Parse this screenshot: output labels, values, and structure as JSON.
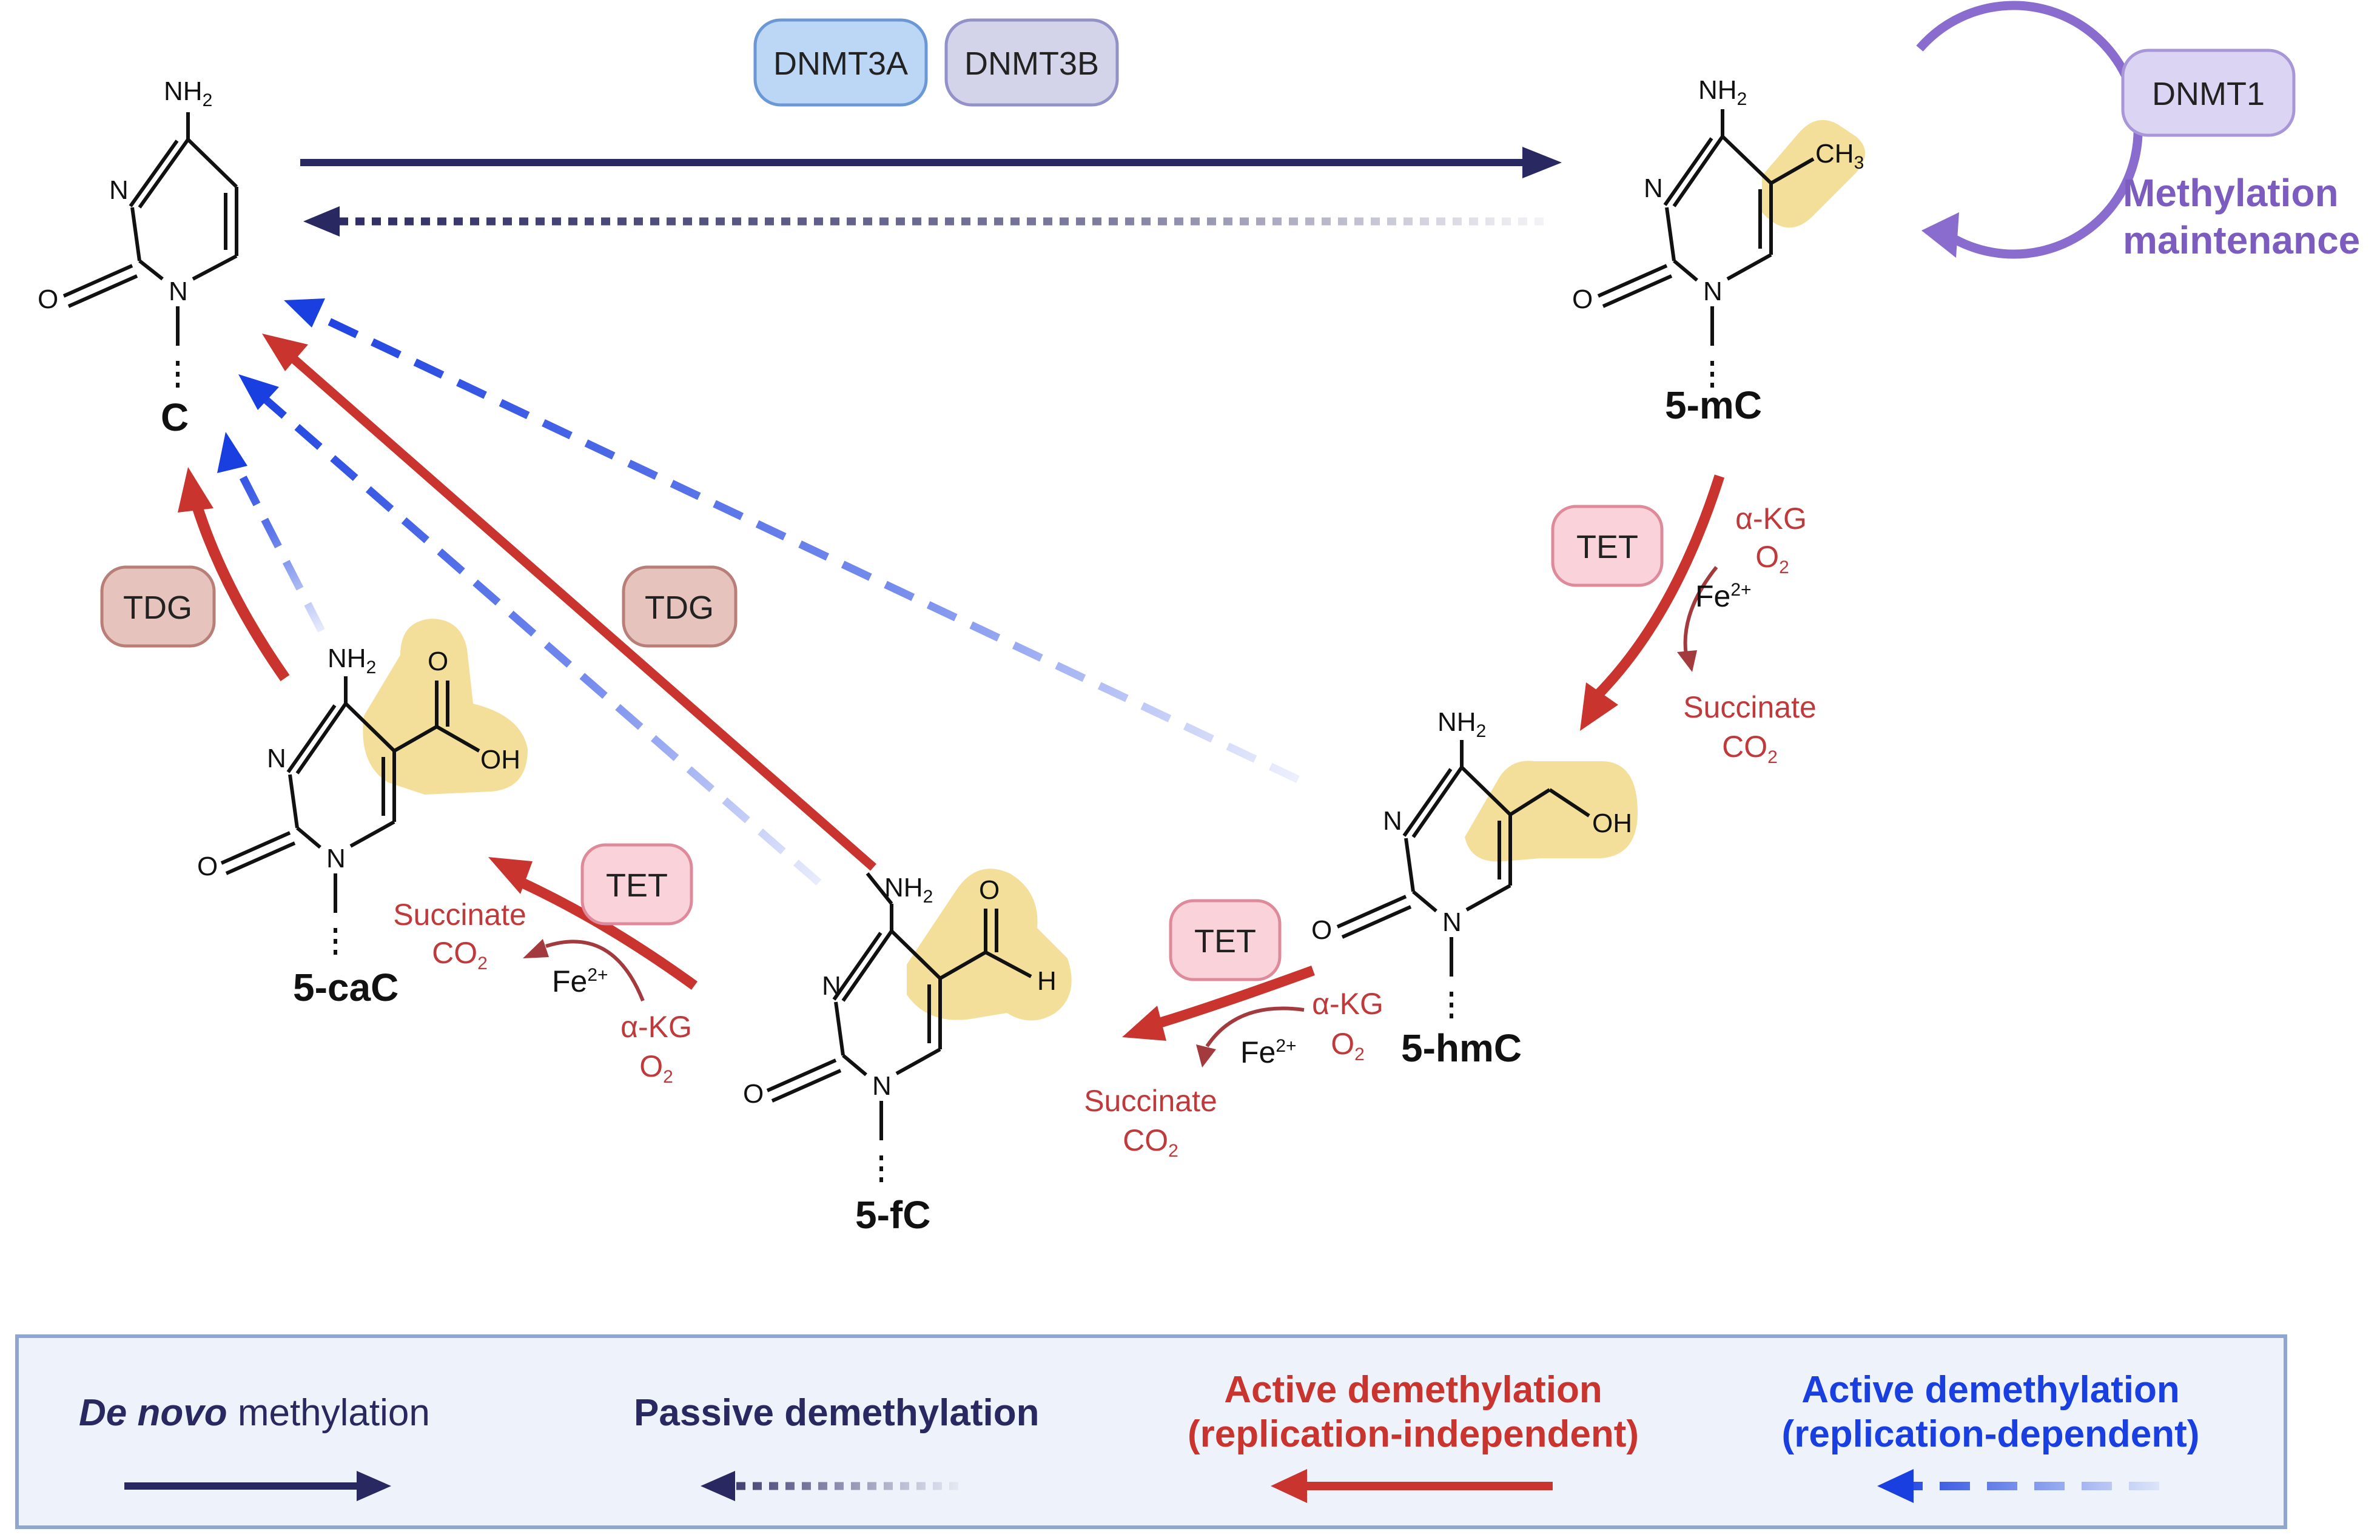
{
  "colors": {
    "navy": "#2a2860",
    "red": "#c9342f",
    "darkred": "#a33a3e",
    "blue": "#1a3fe0",
    "purple": "#8a6ccf",
    "highlight": "#f3df9a",
    "dnmt3a_fill": "#bcd6f5",
    "dnmt3a_stroke": "#6a98d6",
    "dnmt3b_fill": "#d3d3ea",
    "dnmt3b_stroke": "#9292c8",
    "dnmt1_fill": "#dcd4f3",
    "dnmt1_stroke": "#a896d8",
    "tet_fill": "#f9d3d9",
    "tet_stroke": "#df8a9a",
    "tdg_fill": "#e6c3bd",
    "tdg_stroke": "#b87e78",
    "legend_bg": "#eef3fb",
    "legend_border": "#8fa6cf"
  },
  "molecules": {
    "c": {
      "name": "C",
      "nh2": {
        "main": "NH",
        "sub": "2"
      },
      "n3": "N",
      "o2": "O",
      "n1": "N"
    },
    "mc": {
      "name": "5-mC",
      "nh2": {
        "main": "NH",
        "sub": "2"
      },
      "n3": "N",
      "o2": "O",
      "n1": "N",
      "group": {
        "main": "CH",
        "sub": "3"
      }
    },
    "hmc": {
      "name": "5-hmC",
      "nh2": {
        "main": "NH",
        "sub": "2"
      },
      "n3": "N",
      "o2": "O",
      "n1": "N",
      "group": "OH"
    },
    "fc": {
      "name": "5-fC",
      "nh2": {
        "main": "NH",
        "sub": "2"
      },
      "n3": "N",
      "o2": "O",
      "n1": "N",
      "group_o": "O",
      "group_h": "H"
    },
    "cac": {
      "name": "5-caC",
      "nh2": {
        "main": "NH",
        "sub": "2"
      },
      "n3": "N",
      "o2": "O",
      "n1": "N",
      "group_o": "O",
      "group_oh": "OH"
    }
  },
  "enzymes": {
    "dnmt3a": "DNMT3A",
    "dnmt3b": "DNMT3B",
    "dnmt1": "DNMT1",
    "tet": "TET",
    "tdg": "TDG"
  },
  "methylation_maintenance": {
    "line1": "Methylation",
    "line2": "maintenance"
  },
  "cofactors": {
    "akg": "α-KG",
    "o2": {
      "main": "O",
      "sub": "2"
    },
    "fe": {
      "main": "Fe",
      "sup": "2+"
    },
    "succinate": "Succinate",
    "co2": {
      "main": "CO",
      "sub": "2"
    }
  },
  "legend": {
    "de_novo": {
      "italic": "De novo",
      "rest": " methylation"
    },
    "passive": "Passive demethylation",
    "active_independent": {
      "line1": "Active demethylation",
      "line2": "(replication-independent)"
    },
    "active_dependent": {
      "line1": "Active demethylation",
      "line2": "(replication-dependent)"
    }
  }
}
